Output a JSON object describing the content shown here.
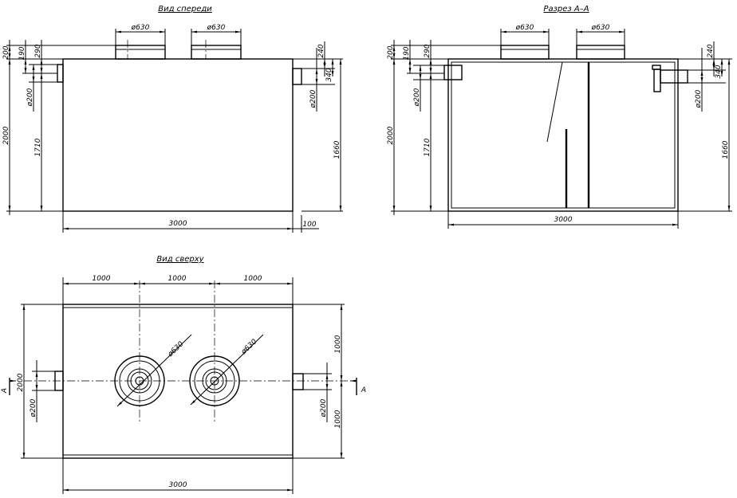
{
  "views": {
    "front": {
      "title": "Вид спереди"
    },
    "section": {
      "title": "Разрез А–А"
    },
    "top": {
      "title": "Вид сверху"
    }
  },
  "dims": {
    "d630": "ø630",
    "d200": "ø200",
    "h200": "200",
    "h190": "190",
    "h290": "290",
    "h2000": "2000",
    "h1710": "1710",
    "h240": "240",
    "h340": "340",
    "h1660": "1660",
    "w3000": "3000",
    "w100": "100",
    "w1000": "1000",
    "v1000": "1000"
  },
  "markers": {
    "section_letter": "A"
  }
}
